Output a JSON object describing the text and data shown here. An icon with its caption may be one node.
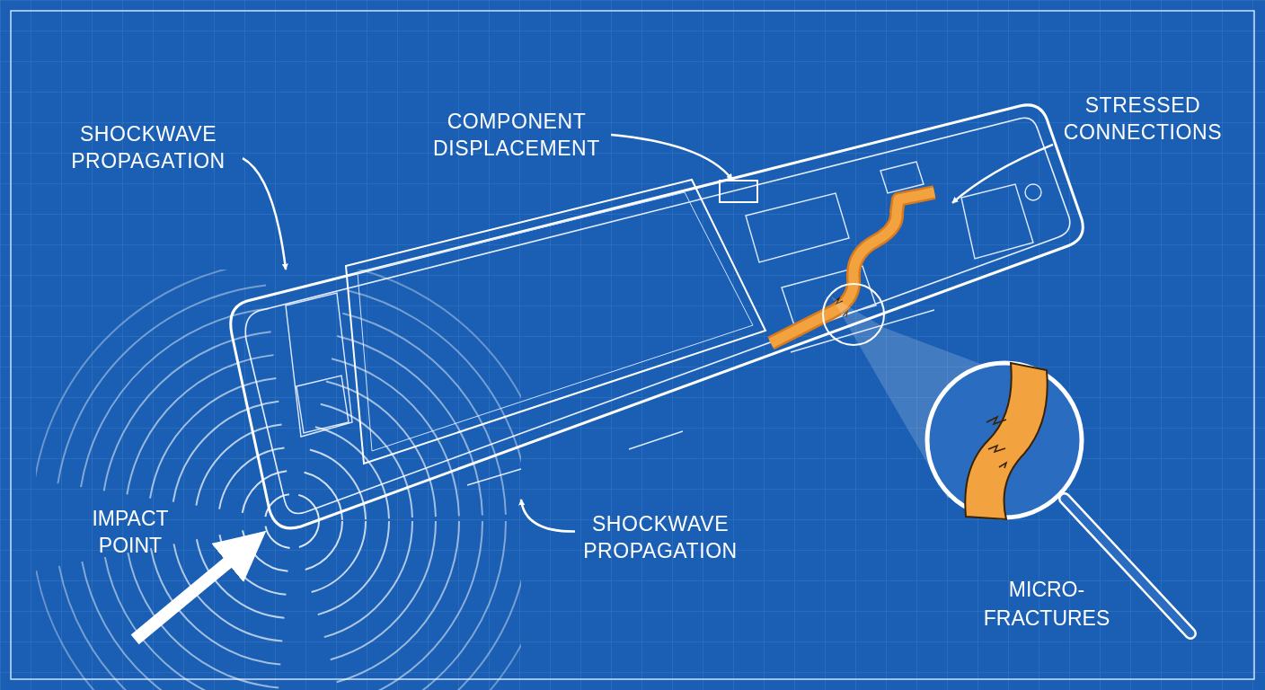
{
  "diagram": {
    "nodes": [
      {
        "text": [
          "SHOCKWAVE PROPAGATION"
        ]
      },
      {
        "text": [
          "COMPONENT DISPLACEMENT"
        ]
      },
      {
        "text": [
          "STRESSED CONNECTIONS"
        ]
      },
      {
        "text": [
          "SHOCKWAVE PROPAGATION"
        ]
      },
      {
        "text": [],
        "shape": "picture"
      },
      {
        "text": [],
        "shape": "picture"
      },
      {
        "text": [],
        "shape": "picture",
        "in": 4
      },
      {
        "text": [],
        "shape": "box",
        "in": 4
      }
    ],
    "edges": [
      {
        "from": 0,
        "to": 5,
        "arrow": "to"
      },
      {
        "from": 1,
        "to": 7,
        "arrow": "to"
      },
      {
        "from": 2,
        "to": 6,
        "arrow": "to"
      },
      {
        "from": 3,
        "to": 5,
        "arrow": "to"
      },
      {
        "from": 5,
        "to": 4,
        "arrow": "to",
        "style": "thick"
      }
    ],
    "labels": [
      "IMPACT POINT",
      "MICRO- FRACTURES"
    ]
  }
}
